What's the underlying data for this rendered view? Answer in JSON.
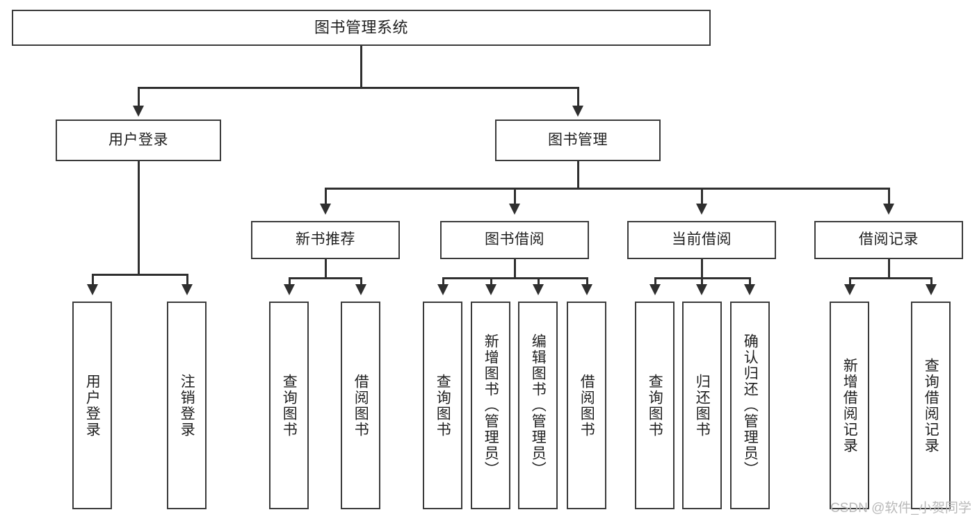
{
  "diagram": {
    "type": "tree-hierarchy-flowchart",
    "title": "图书管理系统",
    "root": {
      "label": "图书管理系统"
    },
    "level1": [
      {
        "id": "user-login",
        "label": "用户登录"
      },
      {
        "id": "book-management",
        "label": "图书管理"
      }
    ],
    "level2": [
      {
        "id": "new-book-recommend",
        "label": "新书推荐",
        "parent": "book-management"
      },
      {
        "id": "book-borrow",
        "label": "图书借阅",
        "parent": "book-management"
      },
      {
        "id": "current-borrow",
        "label": "当前借阅",
        "parent": "book-management"
      },
      {
        "id": "borrow-record",
        "label": "借阅记录",
        "parent": "book-management"
      }
    ],
    "leaves": [
      {
        "id": "leaf-user-login",
        "label": "用户登录",
        "parent": "user-login"
      },
      {
        "id": "leaf-logout",
        "label": "注销登录",
        "parent": "user-login"
      },
      {
        "id": "leaf-query-book-1",
        "label": "查询图书",
        "parent": "new-book-recommend"
      },
      {
        "id": "leaf-borrow-book-1",
        "label": "借阅图书",
        "parent": "new-book-recommend"
      },
      {
        "id": "leaf-query-book-2",
        "label": "查询图书",
        "parent": "book-borrow"
      },
      {
        "id": "leaf-add-book-admin",
        "label": "新增图书（管理员）",
        "parent": "book-borrow"
      },
      {
        "id": "leaf-edit-book-admin",
        "label": "编辑图书（管理员）",
        "parent": "book-borrow"
      },
      {
        "id": "leaf-borrow-book-2",
        "label": "借阅图书",
        "parent": "book-borrow"
      },
      {
        "id": "leaf-query-book-3",
        "label": "查询图书",
        "parent": "current-borrow"
      },
      {
        "id": "leaf-return-book",
        "label": "归还图书",
        "parent": "current-borrow"
      },
      {
        "id": "leaf-confirm-return-admin",
        "label": "确认归还（管理员）",
        "parent": "current-borrow"
      },
      {
        "id": "leaf-add-borrow-record",
        "label": "新增借阅记录",
        "parent": "borrow-record"
      },
      {
        "id": "leaf-query-borrow-record",
        "label": "查询借阅记录",
        "parent": "borrow-record"
      }
    ],
    "colors": {
      "box_border": "#3a3a3a",
      "connector": "#2f2f2f",
      "background": "#ffffff",
      "text": "#1f1f1f",
      "watermark": "#b9b9b9"
    }
  },
  "watermark": {
    "text": "CSDN @软件_小贺同学"
  }
}
